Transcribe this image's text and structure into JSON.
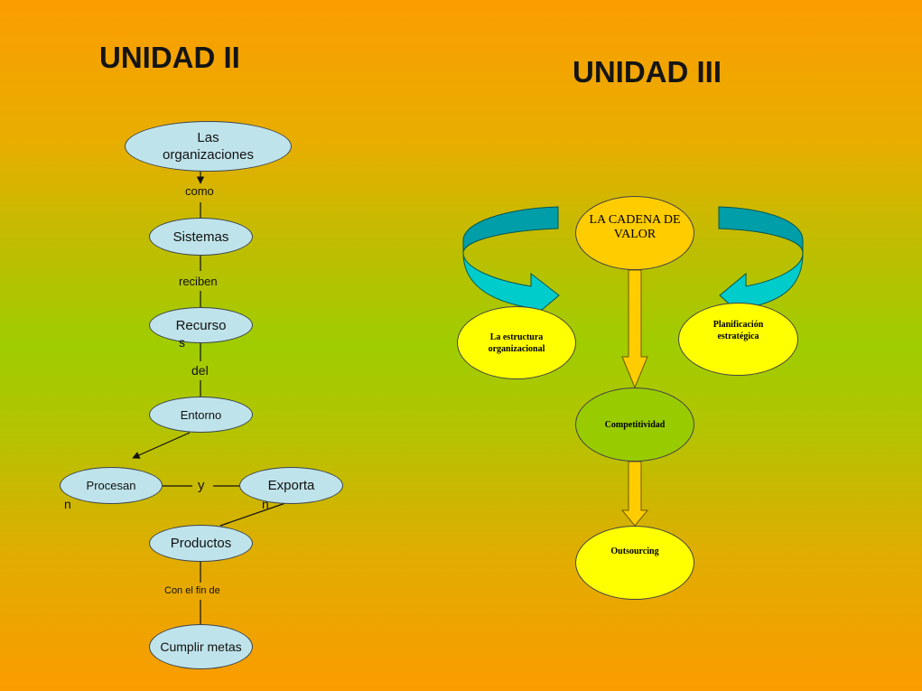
{
  "titles": {
    "left": "UNIDAD II",
    "right": "UNIDAD III"
  },
  "unidad2": {
    "nodes": {
      "organizaciones": "Las organizaciones",
      "sistemas": "Sistemas",
      "recursos": "Recurso",
      "recursos_wrap": "s",
      "entorno": "Entorno",
      "procesan": "Procesan",
      "procesan_wrap": "n",
      "exporta": "Exporta",
      "exporta_wrap": "n",
      "productos": "Productos",
      "cumplir": "Cumplir metas"
    },
    "links": {
      "como": "como",
      "reciben": "reciben",
      "del": "del",
      "y": "y",
      "fin": "Con el fin de"
    }
  },
  "unidad3": {
    "nodes": {
      "cadena": "LA CADENA DE VALOR",
      "estructura": "La estructura organizacional",
      "planificacion": "Planificación estratégica",
      "competitividad": "Competitividad",
      "outsourcing": "Outsourcing"
    }
  },
  "colors": {
    "blue_node": "#bfe3ea",
    "yellow_node": "#ffff00",
    "gold_node": "#ffcc00",
    "green_node": "#99cc00",
    "cyan_arrow": "#00cccc",
    "gold_arrow": "#ffcc00"
  }
}
